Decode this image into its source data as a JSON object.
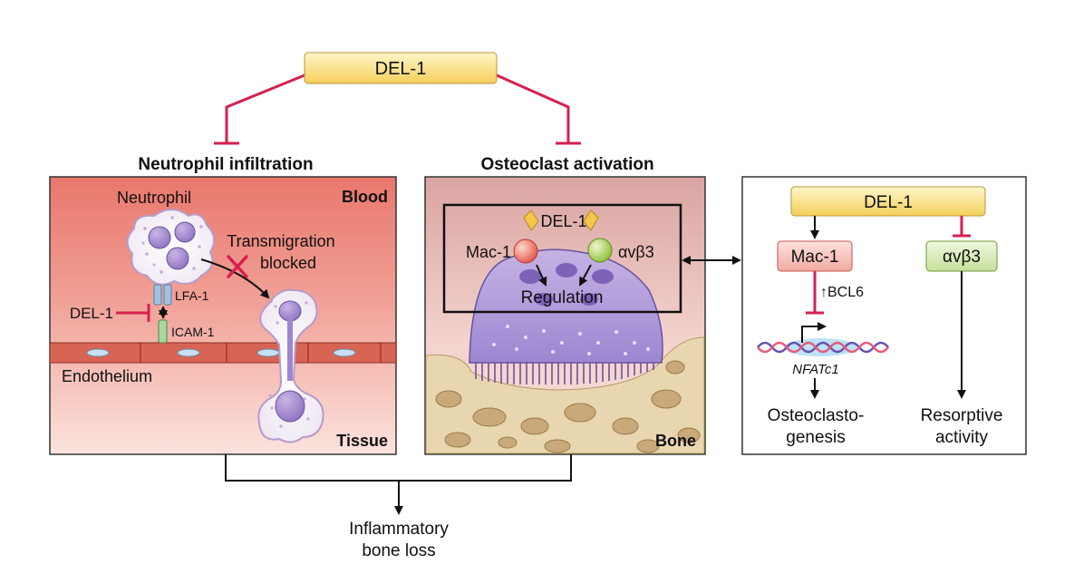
{
  "colors": {
    "inhibit": "#d6204f",
    "yellow_box": "#fbe183",
    "red_box": "#f6c3bd",
    "green_box": "#d8ecb1",
    "blood": "#eb8175",
    "bone": "#e8d6b0",
    "purple": "#8b74c6"
  },
  "top": {
    "del1": "DEL-1"
  },
  "headings": {
    "neutrophil_infiltration": "Neutrophil infiltration",
    "osteoclast_activation": "Osteoclast activation"
  },
  "panel_left": {
    "blood": "Blood",
    "tissue": "Tissue",
    "neutrophil": "Neutrophil",
    "transmigration_1": "Transmigration",
    "transmigration_2": "blocked",
    "lfa1": "LFA-1",
    "icam1": "ICAM-1",
    "del1": "DEL-1",
    "endothelium": "Endothelium"
  },
  "panel_middle": {
    "bone": "Bone",
    "del1": "DEL-1",
    "mac1": "Mac-1",
    "avb3": "αvβ3",
    "regulation": "Regulation"
  },
  "panel_right": {
    "del1": "DEL-1",
    "mac1": "Mac-1",
    "avb3": "αvβ3",
    "bcl6": "↑BCL6",
    "nfatc1": "NFATc1",
    "osteo_1": "Osteoclasto-",
    "osteo_2": "genesis",
    "resorptive_1": "Resorptive",
    "resorptive_2": "activity"
  },
  "bottom": {
    "line1": "Inflammatory",
    "line2": "bone loss"
  }
}
